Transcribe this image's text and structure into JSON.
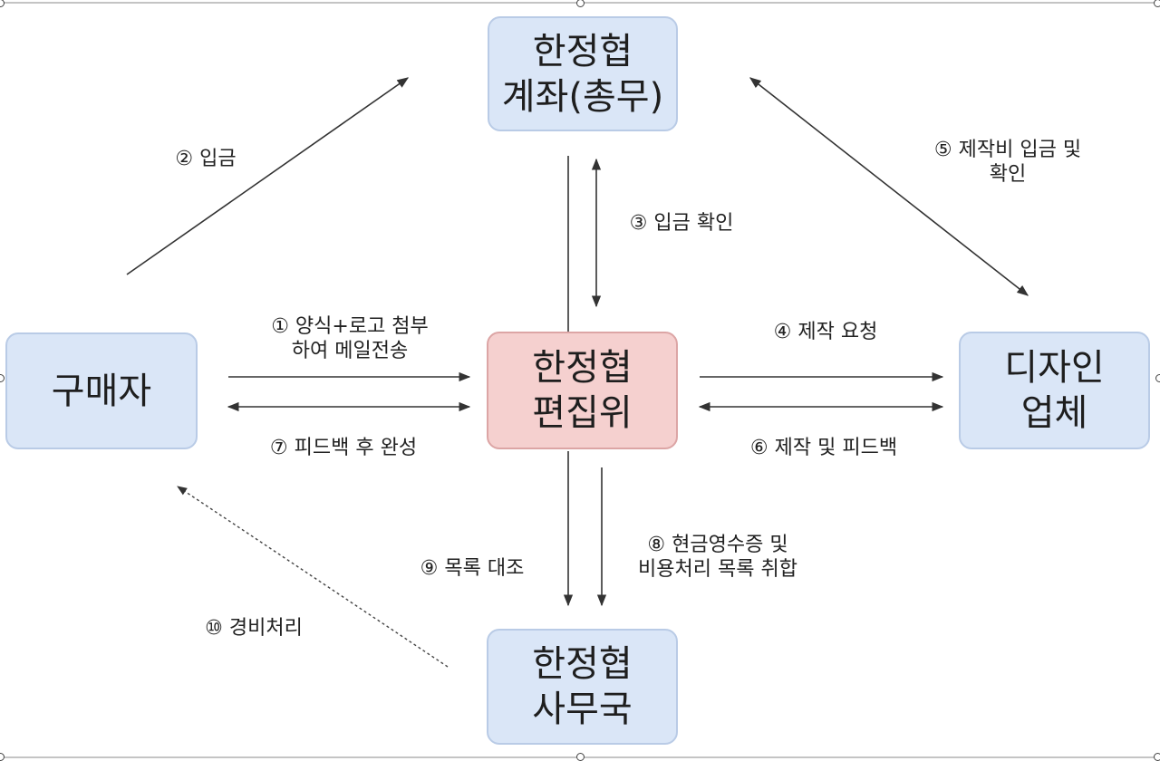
{
  "nodes": {
    "account": {
      "line1": "한정협",
      "line2": "계좌(총무)"
    },
    "buyer": {
      "line1": "구매자"
    },
    "editorial": {
      "line1": "한정협",
      "line2": "편집위"
    },
    "design": {
      "line1": "디자인",
      "line2": "업체"
    },
    "office": {
      "line1": "한정협",
      "line2": "사무국"
    }
  },
  "steps": {
    "s1": {
      "line1": "① 양식+로고 첨부",
      "line2": "하여 메일전송"
    },
    "s2": {
      "line1": "② 입금"
    },
    "s3": {
      "line1": "③ 입금 확인"
    },
    "s4": {
      "line1": "④ 제작 요청"
    },
    "s5": {
      "line1": "⑤ 제작비 입금 및",
      "line2": "확인"
    },
    "s6": {
      "line1": "⑥ 제작 및 피드백"
    },
    "s7": {
      "line1": "⑦ 피드백 후 완성"
    },
    "s8": {
      "line1": "⑧ 현금영수증 및",
      "line2": "비용처리 목록 취합"
    },
    "s9": {
      "line1": "⑨ 목록 대조"
    },
    "s10": {
      "line1": "⑩ 경비처리"
    }
  },
  "colors": {
    "node_fill": "#dae6f7",
    "node_border": "#b9cbe6",
    "center_fill": "#f5d0cf",
    "center_border": "#dca5a5",
    "arrow": "#333333"
  }
}
